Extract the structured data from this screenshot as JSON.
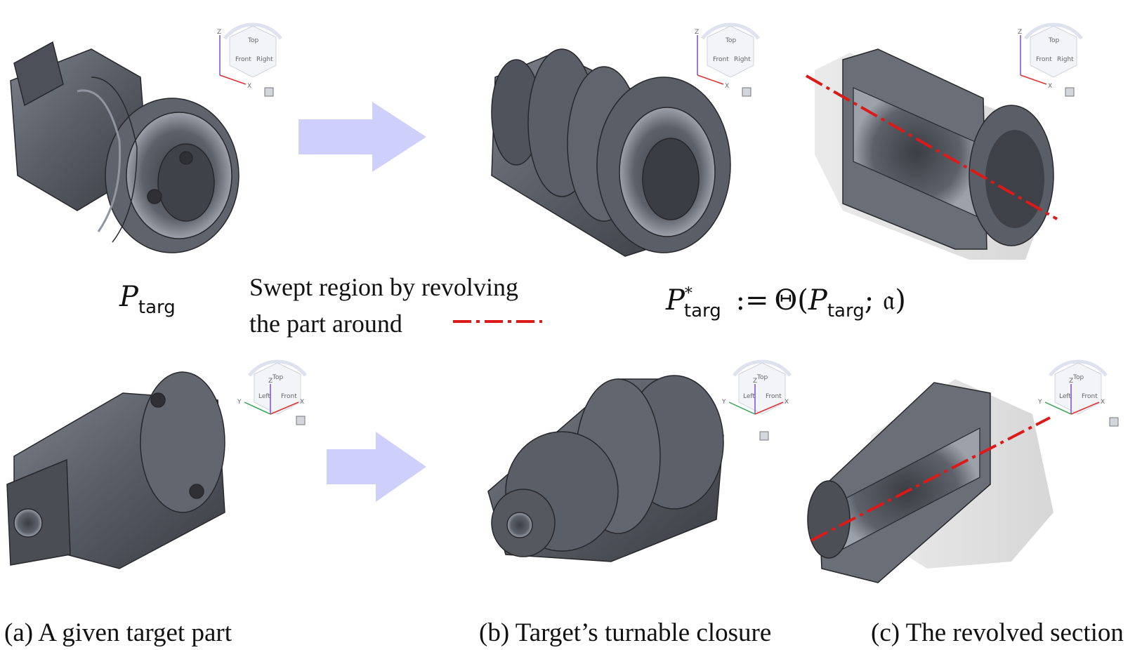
{
  "labels": {
    "p_targ_base": "P",
    "p_targ_sub": "targ",
    "swept_line1": "Swept region by revolving",
    "swept_line2": "the part around",
    "closure_lhs_base": "P",
    "closure_lhs_sup": "*",
    "closure_lhs_sub": "targ",
    "closure_def": ":=",
    "closure_rhs_prefix": "Θ(",
    "closure_rhs_base": "P",
    "closure_rhs_sub": "targ",
    "closure_rhs_suffix": "; 𝔞)"
  },
  "captions": {
    "a": "(a) A given target part",
    "b": "(b) Target’s turnable closure",
    "c": "(c) The revolved section"
  },
  "view_cube_top": {
    "z": "Z",
    "x": "X",
    "top": "Top",
    "front": "Front",
    "right": "Right"
  },
  "view_cube_bottom": {
    "z": "Z",
    "x": "X",
    "y": "Y",
    "top": "Top",
    "front": "Front",
    "left": "Left"
  },
  "colors": {
    "part_body": "#5a5e66",
    "part_dark": "#3a3d43",
    "part_light": "#8a8f98",
    "arrow": "#cfcffb",
    "axis_line": "#dd1a1a",
    "ghost": "#d8d8d8"
  }
}
